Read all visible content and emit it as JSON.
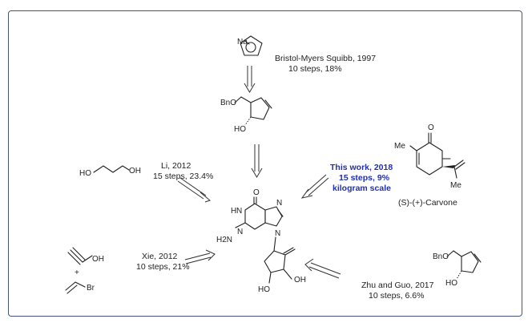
{
  "routes": {
    "bms": {
      "author": "Bristol-Myers Squibb, 1997",
      "steps": "10 steps, 18%"
    },
    "li": {
      "author": "Li, 2012",
      "steps": "15 steps, 23.4%"
    },
    "xie": {
      "author": "Xie, 2012",
      "steps": "10 steps, 21%"
    },
    "zhu": {
      "author": "Zhu and Guo, 2017",
      "steps": "10 steps, 6.6%"
    },
    "this_work": {
      "line1": "This work, 2018",
      "line2": "15 steps, 9%",
      "line3": "kilogram scale",
      "color": "#1f2fb8"
    }
  },
  "compounds": {
    "carvone": "(S)-(+)-Carvone",
    "atoms": {
      "na": "Na",
      "bno": "BnO",
      "ho": "HO",
      "oh": "OH",
      "o": "O",
      "me": "Me",
      "nh": "H",
      "n": "N",
      "n2": "N",
      "n3": "N",
      "n4": "N",
      "h2n": "H2N",
      "br": "Br",
      "plus": "+"
    }
  },
  "colors": {
    "frame": "#45557a",
    "text": "#222222"
  }
}
